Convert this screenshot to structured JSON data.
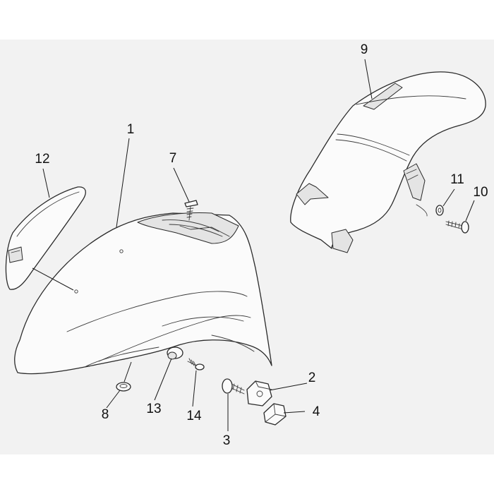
{
  "diagram": {
    "callouts": [
      "1",
      "2",
      "3",
      "4",
      "7",
      "8",
      "9",
      "10",
      "11",
      "12",
      "13",
      "14"
    ],
    "colors": {
      "background": "#ffffff",
      "panel": "#f2f2f2",
      "line": "#2a2a2a",
      "fill": "#fbfbfb"
    }
  }
}
